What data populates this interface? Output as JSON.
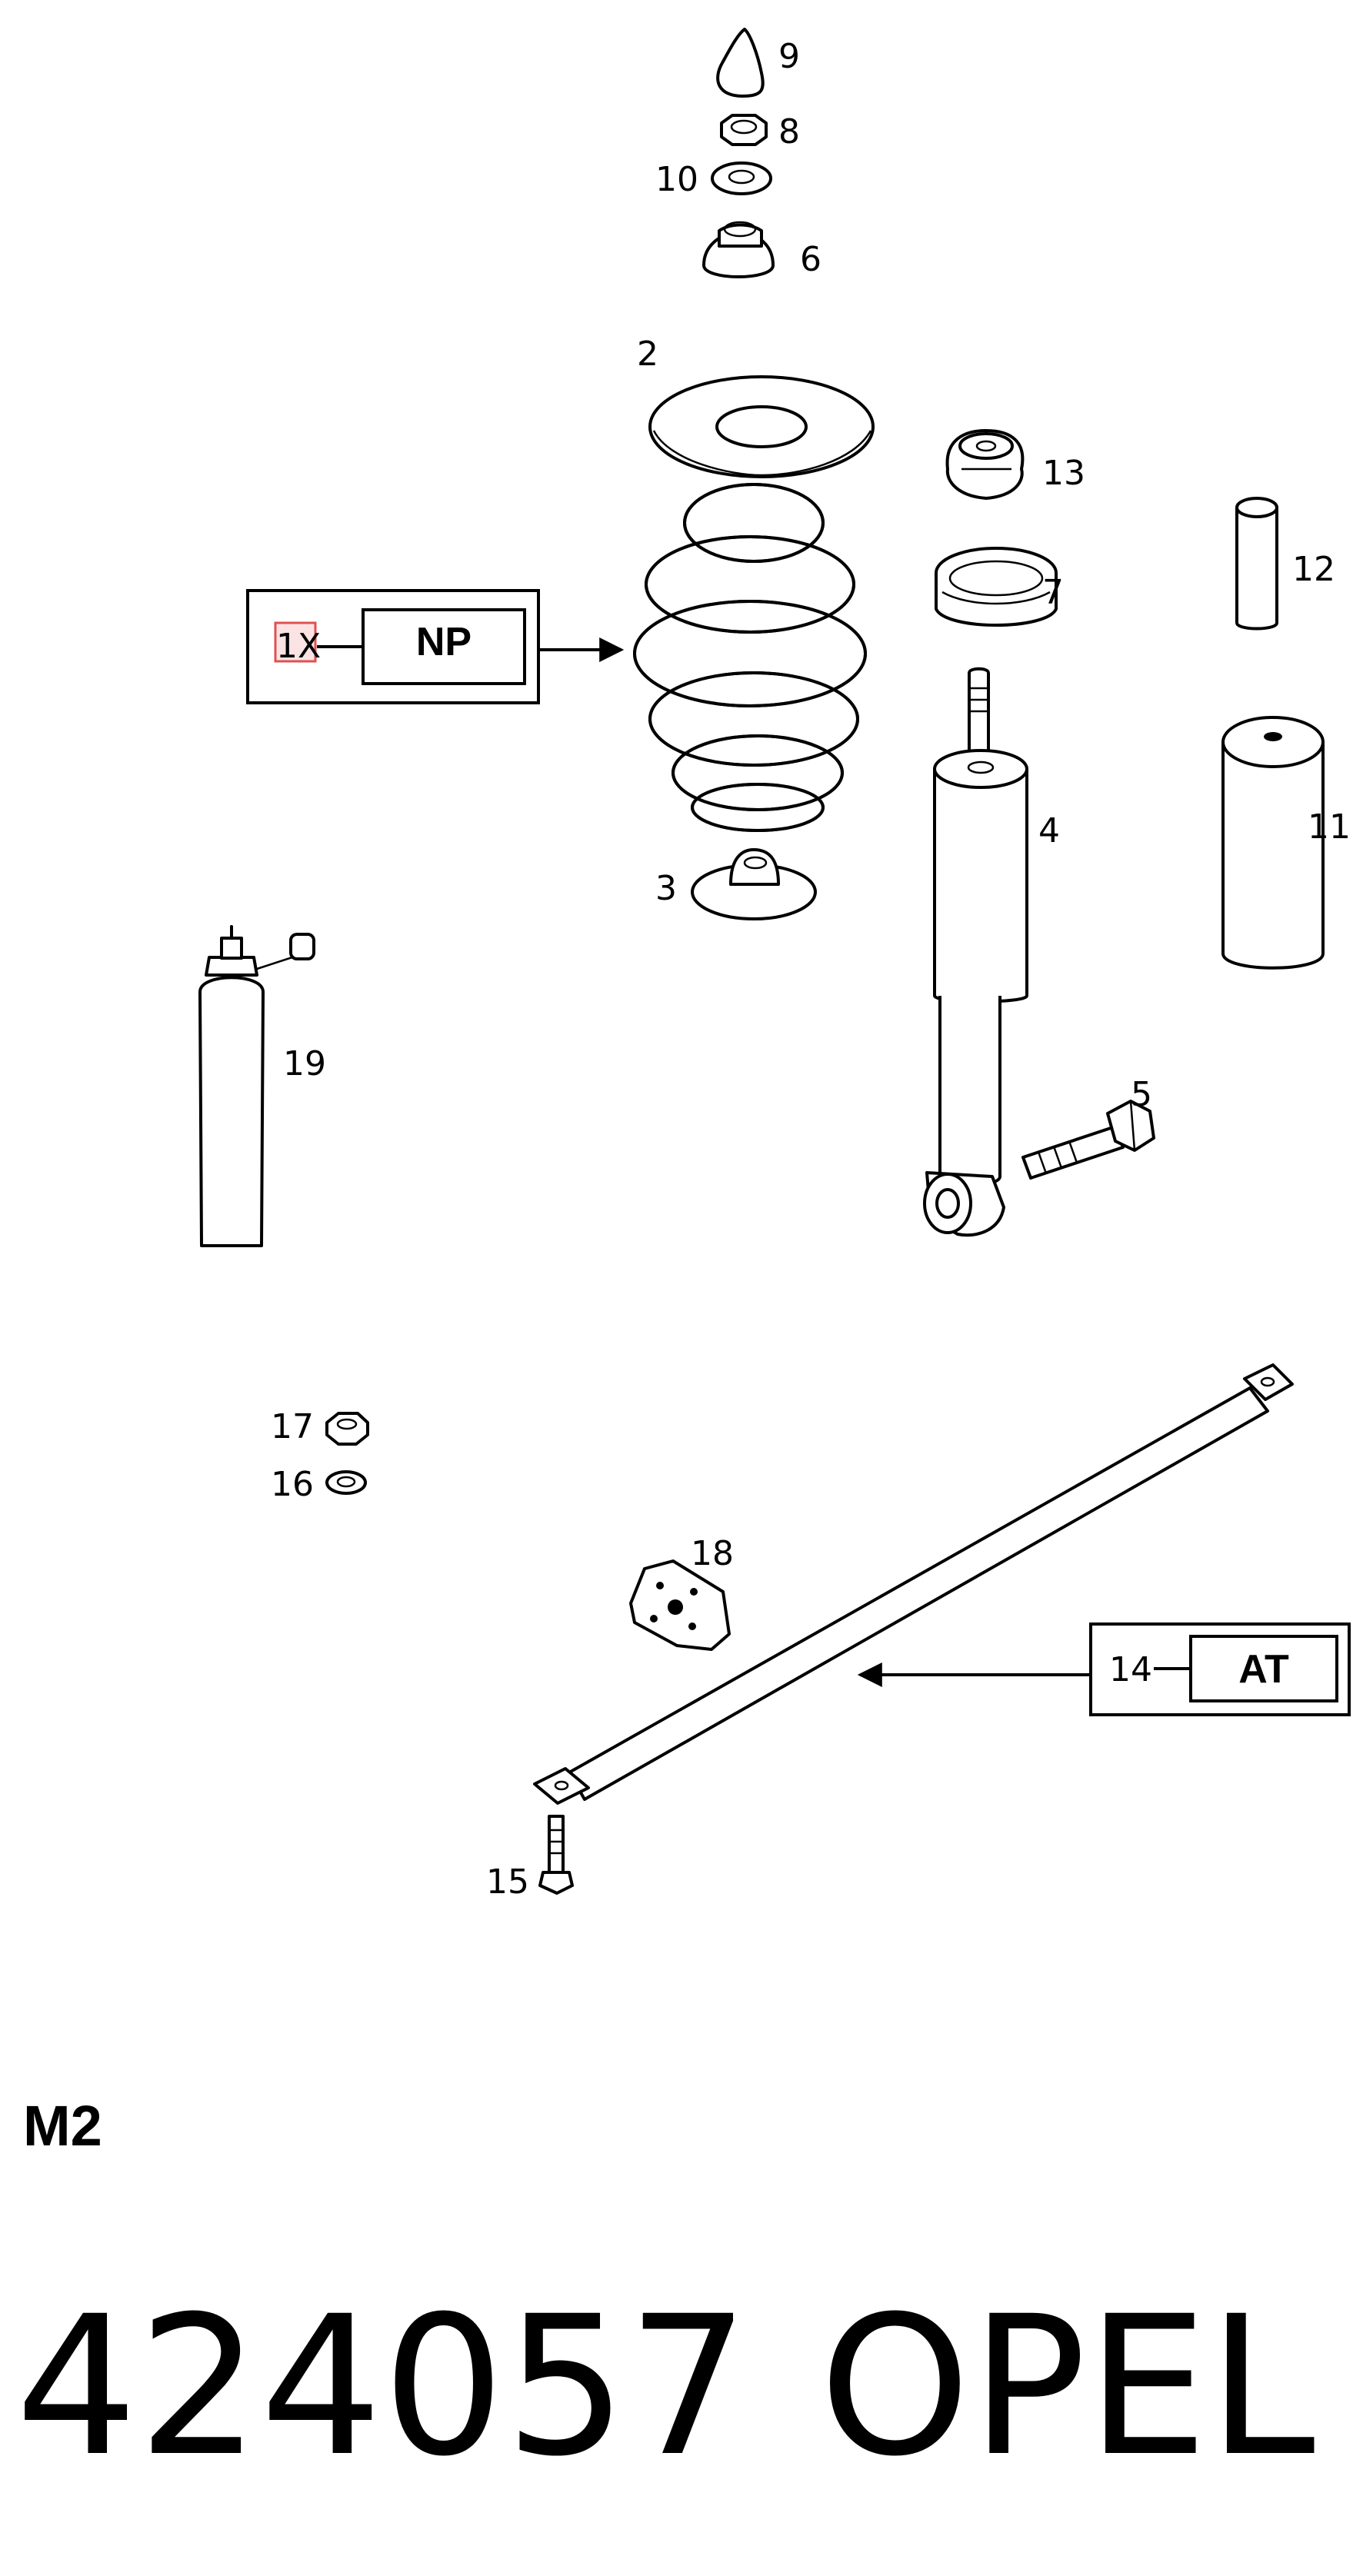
{
  "callouts": {
    "c1": "9",
    "c2": "8",
    "c3": "10",
    "c4": "6",
    "c5": "2",
    "c6": "13",
    "c7": "7",
    "c8": "12",
    "c9": "4",
    "c10": "11",
    "c11": "3",
    "c12": "19",
    "c13": "5",
    "c14": "17",
    "c15": "16",
    "c16": "18",
    "c17": "15"
  },
  "np_box": {
    "qty": "1X",
    "code": "NP"
  },
  "at_box": {
    "qty": "14",
    "code": "AT"
  },
  "page_code": "M2",
  "footer": {
    "number": "424057",
    "brand": "OPEL"
  },
  "colors": {
    "line": "#000000",
    "highlight": "#e05050",
    "background": "#ffffff"
  }
}
